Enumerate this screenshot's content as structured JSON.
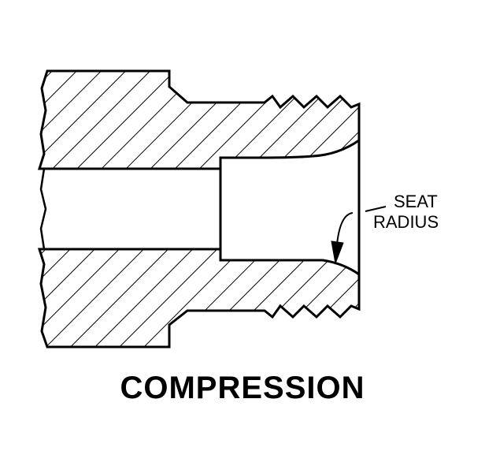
{
  "caption": "COMPRESSION",
  "callout": {
    "line1": "SEAT",
    "line2": "RADIUS"
  },
  "colors": {
    "ink": "#000000",
    "background": "#ffffff"
  }
}
